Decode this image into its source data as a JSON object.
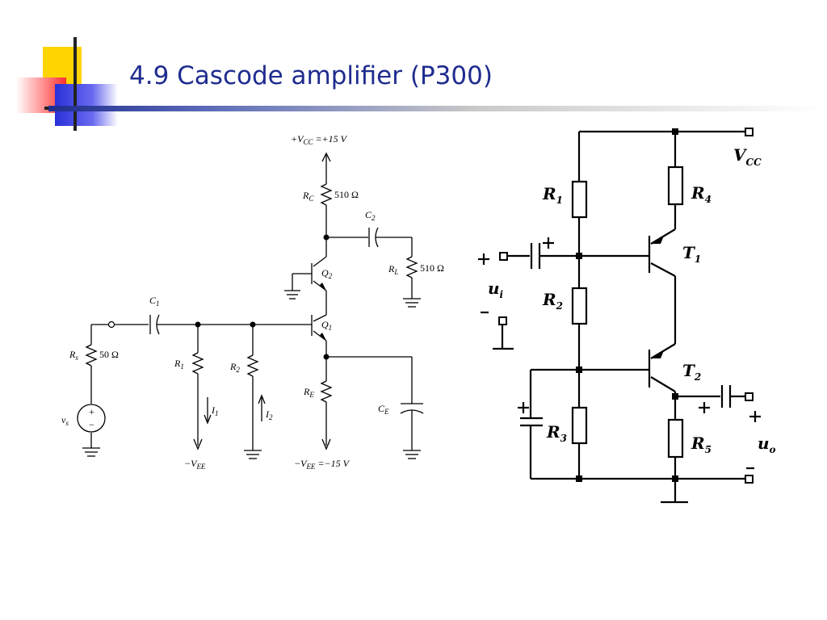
{
  "title": "4.9 Cascode amplifier (P300)",
  "colors": {
    "title": "#1f2c8f",
    "deco_yellow": "#ffd400",
    "deco_red": "#ff3030",
    "deco_blue": "#2830d8"
  },
  "left_circuit": {
    "vcc": "+V",
    "vcc_sub": "CC",
    "vcc_value": " =+15 V",
    "rc": "R",
    "rc_sub": "C",
    "rc_value": "510 Ω",
    "c2": "C",
    "c2_sub": "2",
    "rl": "R",
    "rl_sub": "L",
    "rl_value": "510 Ω",
    "q2": "Q",
    "q2_sub": "2",
    "q1": "Q",
    "q1_sub": "1",
    "c1": "C",
    "c1_sub": "1",
    "rs": "R",
    "rs_sub": "s",
    "rs_value": "50 Ω",
    "r1": "R",
    "r1_sub": "1",
    "r2": "R",
    "r2_sub": "2",
    "i1": "I",
    "i1_sub": "1",
    "i2": "I",
    "i2_sub": "2",
    "re": "R",
    "re_sub": "E",
    "ce": "C",
    "ce_sub": "E",
    "vs": "v",
    "vs_sub": "s",
    "plus": "+",
    "minus": "−",
    "vee_left": "−V",
    "vee_left_sub": "EE",
    "vee_right": "−V",
    "vee_right_sub": "EE",
    "vee_value": " =−15 V"
  },
  "right_circuit": {
    "vcc": "V",
    "vcc_sub": "CC",
    "r1": "R",
    "r1_sub": "1",
    "r2": "R",
    "r2_sub": "2",
    "r3": "R",
    "r3_sub": "3",
    "r4": "R",
    "r4_sub": "4",
    "r5": "R",
    "r5_sub": "5",
    "t1": "T",
    "t1_sub": "1",
    "t2": "T",
    "t2_sub": "2",
    "ui": "u",
    "ui_sub": "i",
    "uo": "u",
    "uo_sub": "o",
    "plus": "+",
    "minus": "-"
  }
}
